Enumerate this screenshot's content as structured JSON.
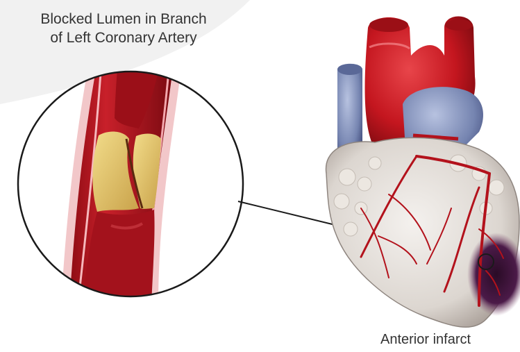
{
  "title": {
    "line1": "Blocked Lumen in Branch",
    "line2": "of Left Coronary Artery"
  },
  "caption": "Anterior infarct",
  "colors": {
    "artery_red": "#b3121c",
    "plaque_yellow": "#e8c86a",
    "vein_blue": "#7e8fb8",
    "infarct_dark": "#3a1436"
  }
}
